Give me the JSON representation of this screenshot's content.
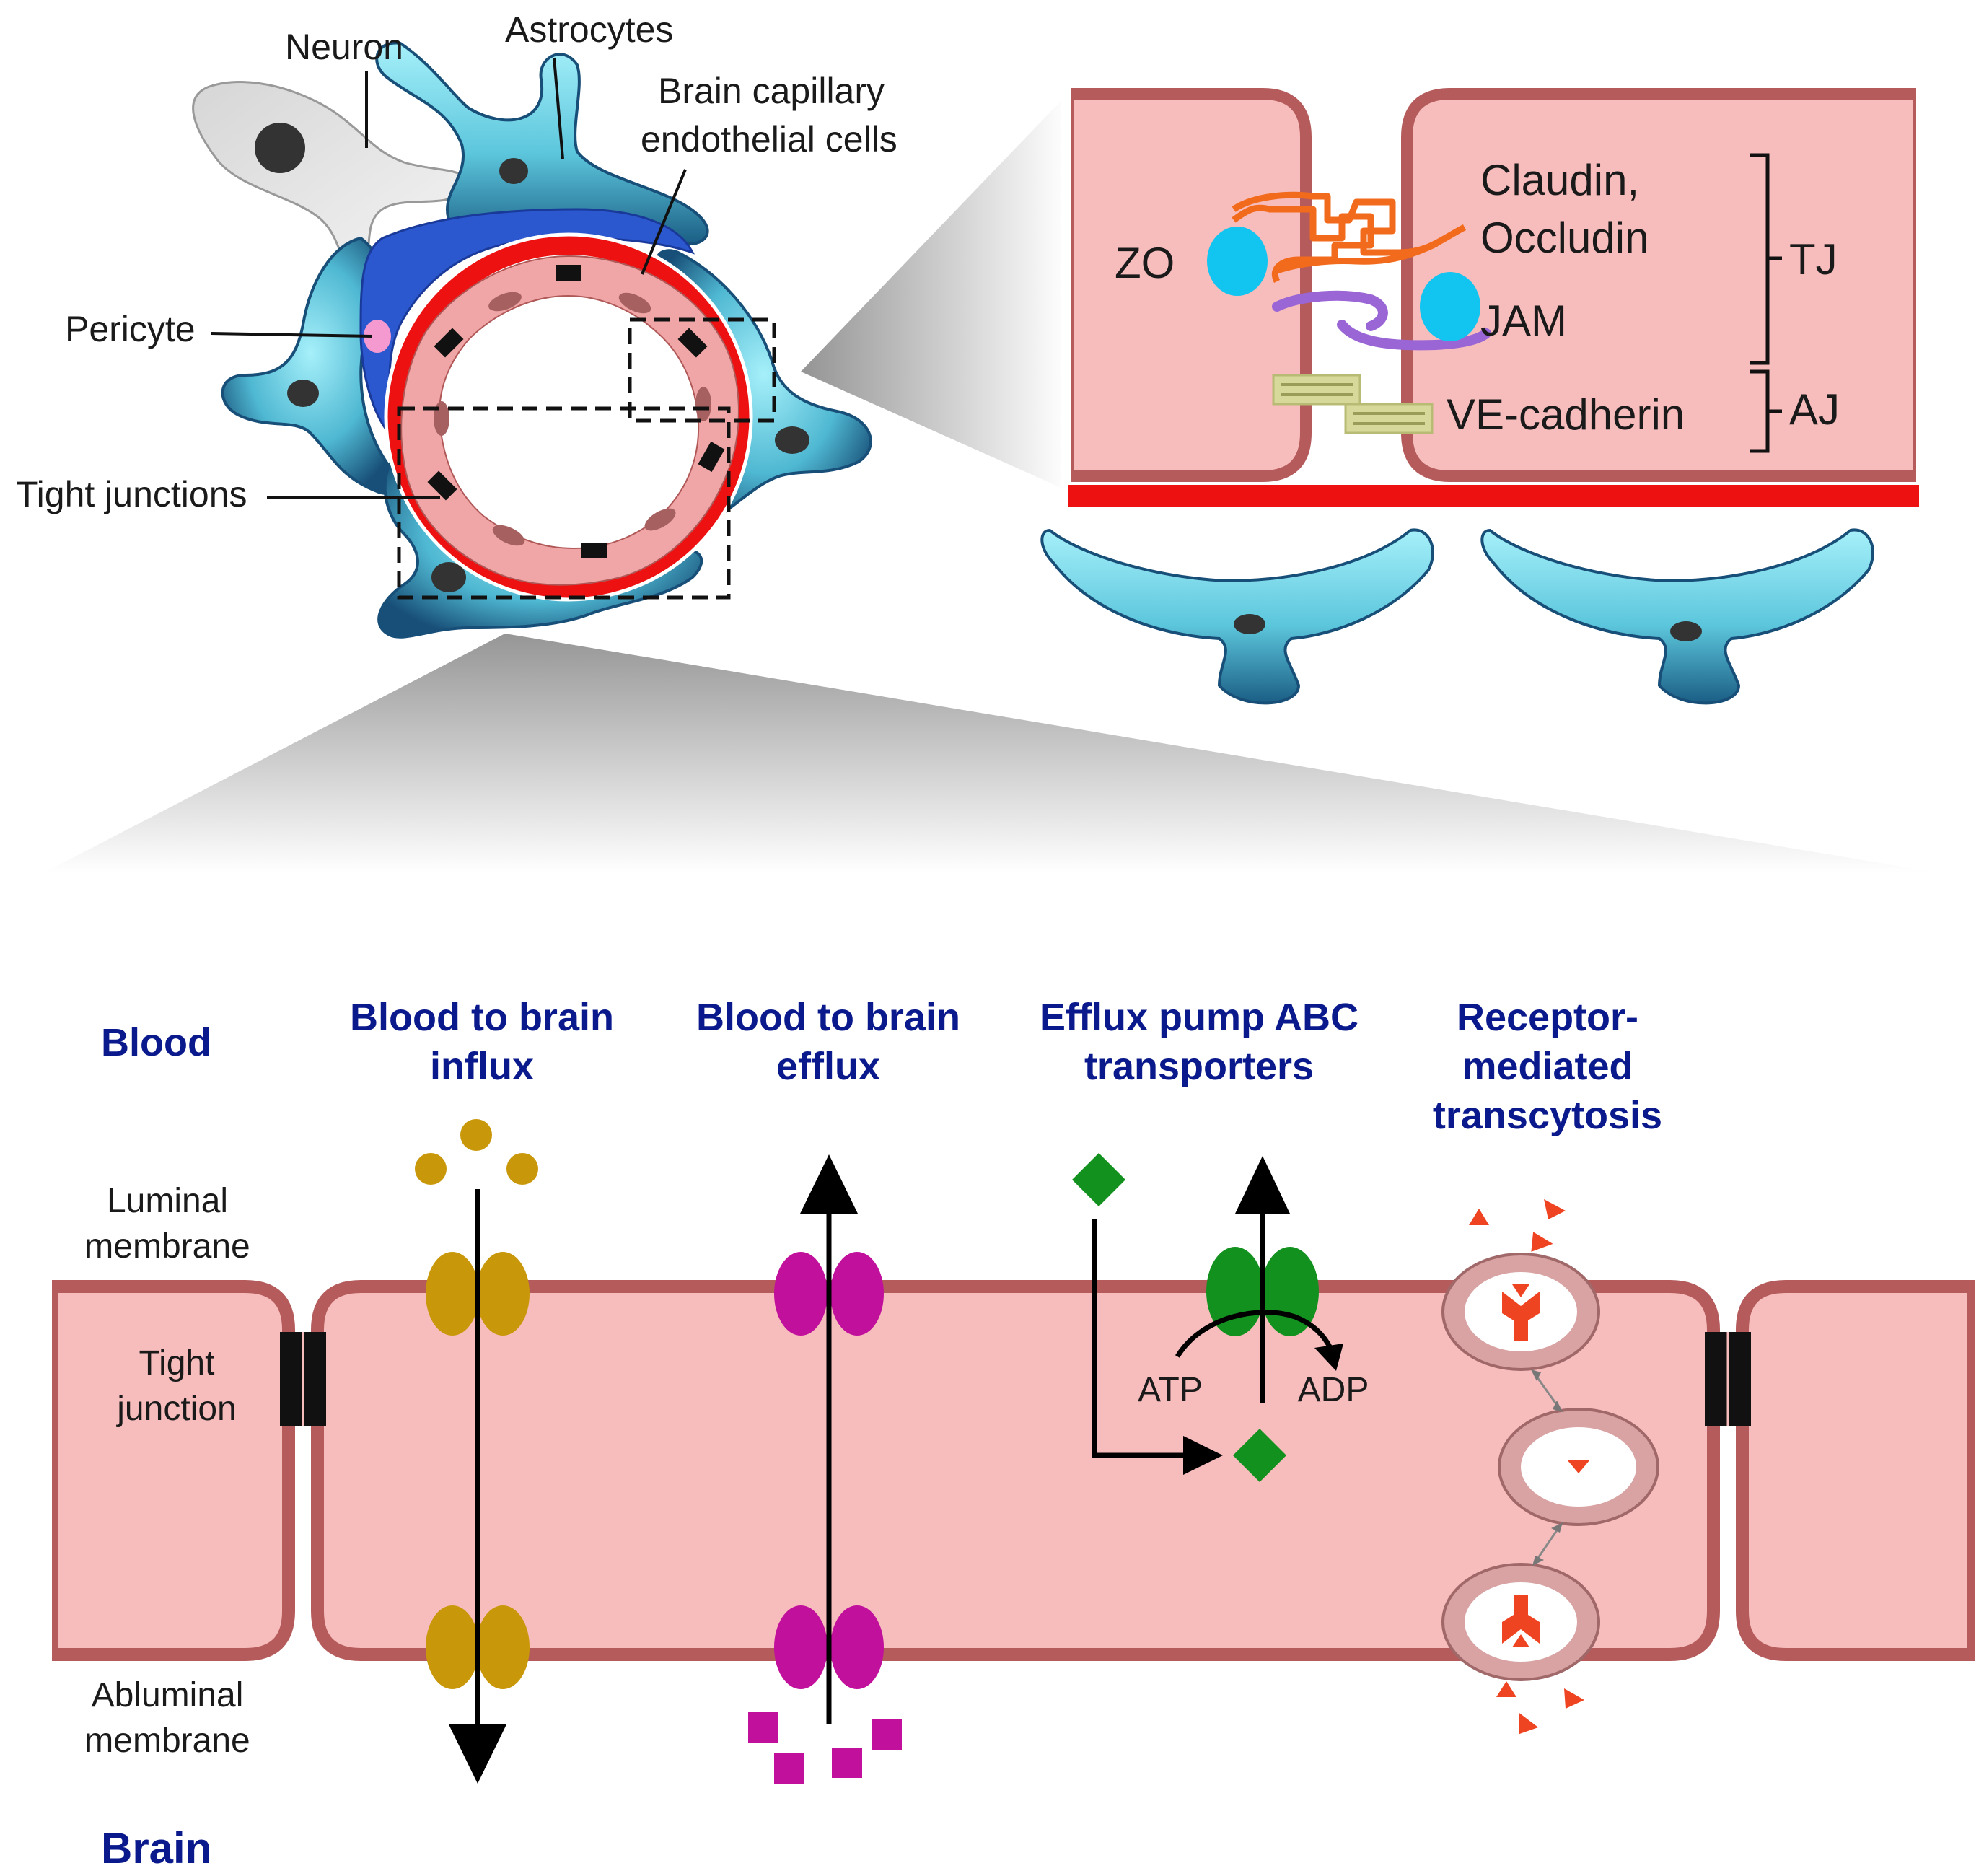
{
  "top_left": {
    "neuron": "Neuron",
    "astrocytes": "Astrocytes",
    "endothelial_line1": "Brain capillary",
    "endothelial_line2": "endothelial cells",
    "pericyte": "Pericyte",
    "tight_junctions": "Tight junctions"
  },
  "top_right": {
    "zo": "ZO",
    "claudin": "Claudin,",
    "occludin": "Occludin",
    "jam": "JAM",
    "ve_cadherin": "VE-cadherin",
    "tj": "TJ",
    "aj": "AJ"
  },
  "bottom": {
    "blood": "Blood",
    "brain": "Brain",
    "luminal_1": "Luminal",
    "luminal_2": "membrane",
    "tight_1": "Tight",
    "tight_2": "junction",
    "abluminal_1": "Abluminal",
    "abluminal_2": "membrane",
    "col1_1": "Blood to brain",
    "col1_2": "influx",
    "col2_1": "Blood to brain",
    "col2_2": "efflux",
    "col3_1": "Efflux pump ABC",
    "col3_2": "transporters",
    "col4_1": "Receptor-",
    "col4_2": "mediated",
    "col4_3": "transcytosis",
    "atp": "ATP",
    "adp": "ADP"
  },
  "colors": {
    "cell_fill": "#f7bcbc",
    "membrane": "#b55b5b",
    "basement": "#ee1111",
    "astro_light": "#8fe8f5",
    "astro_dark": "#1b5e85",
    "pericyte": "#2b57cf",
    "heading": "#0a1a8c",
    "influx": "#c9980a",
    "efflux": "#c0109c",
    "abc": "#12911f",
    "rmt": "#ee4422",
    "zo": "#11c5f0",
    "claudin": "#f26a1b",
    "jam": "#9a66d6",
    "vecad": "#d6d99a"
  }
}
